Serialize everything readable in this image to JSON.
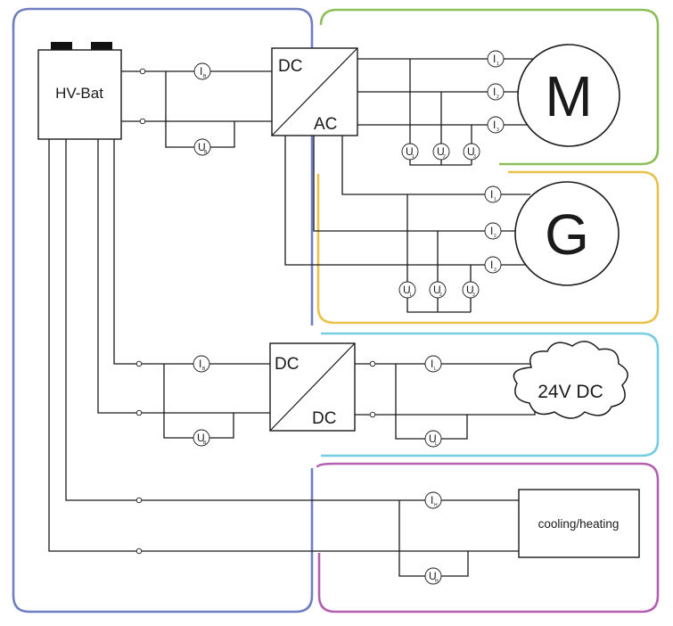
{
  "colors": {
    "region_battery": "#6f7fc0",
    "region_motor": "#8cbf5a",
    "region_generator": "#e8c24a",
    "region_dcdc": "#74cde0",
    "region_heating": "#b55fb0"
  },
  "battery": {
    "label": "HV-Bat"
  },
  "inverter": {
    "input_label": "DC",
    "output_label": "AC"
  },
  "converter": {
    "input_label": "DC",
    "output_label": "DC"
  },
  "motor": {
    "symbol": "M"
  },
  "generator": {
    "symbol": "G"
  },
  "load_24v": {
    "label": "24V DC"
  },
  "heating": {
    "label": "cooling/heating"
  },
  "meters": {
    "inverter_current": {
      "main": "I",
      "sub": "B"
    },
    "inverter_voltage": {
      "main": "U",
      "sub": "B"
    },
    "motor_current_1": {
      "main": "I",
      "sub": "1"
    },
    "motor_current_2": {
      "main": "I",
      "sub": "2"
    },
    "motor_current_3": {
      "main": "I",
      "sub": "3"
    },
    "motor_voltage_1": {
      "main": "U",
      "sub": "1"
    },
    "motor_voltage_2": {
      "main": "U",
      "sub": "2"
    },
    "motor_voltage_3": {
      "main": "U",
      "sub": "3"
    },
    "gen_current_1": {
      "main": "I",
      "sub": "1"
    },
    "gen_current_2": {
      "main": "I",
      "sub": "2"
    },
    "gen_current_3": {
      "main": "I",
      "sub": "3"
    },
    "gen_voltage_1": {
      "main": "U",
      "sub": "1"
    },
    "gen_voltage_2": {
      "main": "U",
      "sub": "2"
    },
    "gen_voltage_3": {
      "main": "U",
      "sub": "3"
    },
    "dcdc_in_current": {
      "main": "I",
      "sub": "B"
    },
    "dcdc_in_voltage": {
      "main": "U",
      "sub": "B"
    },
    "dcdc_out_current": {
      "main": "I",
      "sub": "L"
    },
    "dcdc_out_voltage": {
      "main": "U",
      "sub": "L"
    },
    "heat_current": {
      "main": "I",
      "sub": "H"
    },
    "heat_voltage": {
      "main": "U",
      "sub": "H"
    }
  }
}
